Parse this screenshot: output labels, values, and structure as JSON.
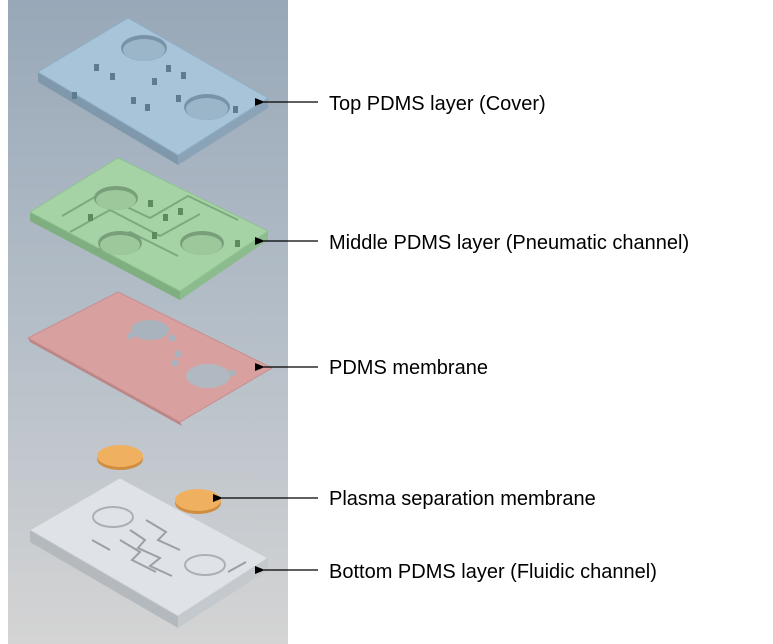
{
  "labels": {
    "top_layer": "Top PDMS layer (Cover)",
    "middle_layer": "Middle PDMS layer (Pneumatic channel)",
    "membrane": "PDMS membrane",
    "plasma_membrane": "Plasma separation membrane",
    "bottom_layer": "Bottom PDMS layer (Fluidic channel)"
  },
  "colors": {
    "background_top": "#9aa9b9",
    "background_bottom": "#d2d3d4",
    "top_layer": "#a7c4d9",
    "middle_layer": "#a6d3a6",
    "membrane": "#d9a0a0",
    "plasma_membrane": "#efb060",
    "bottom_layer": "#dfe3e7",
    "arrow": "#000000"
  }
}
